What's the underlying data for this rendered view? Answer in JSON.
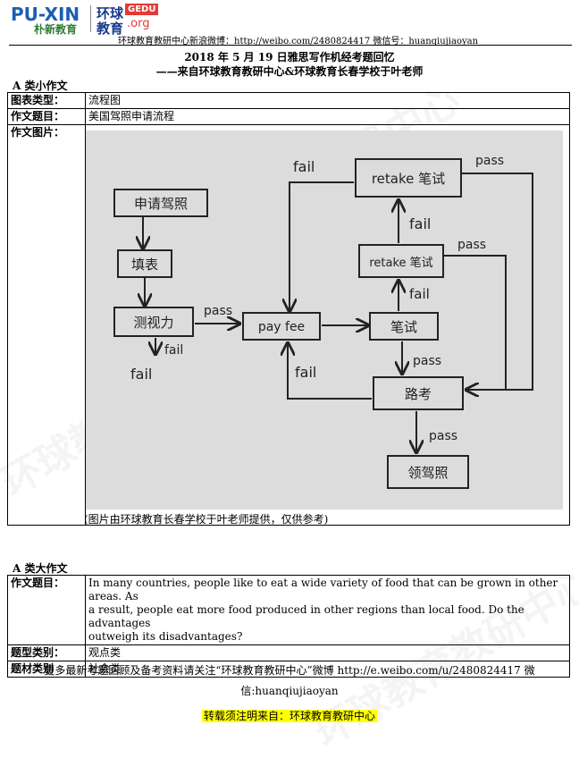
{
  "header": {
    "logo_puxin": "PU-XIN",
    "logo_puxin_sub": "朴新教育",
    "logo_huanqiu": "环球",
    "logo_jiaoyu": "教育",
    "logo_gedu": "GEDU",
    "logo_org": ".org",
    "weibo_line": "环球教育教研中心新浪微博：http://weibo.com/2480824417  微信号：huanqiujiaoyan"
  },
  "title": {
    "line1": "2018 年 5 月 19 日雅思写作机经考题回忆",
    "line2": "——来自环球教育教研中心&环球教育长春学校于叶老师"
  },
  "small_essay": {
    "heading": "A 类小作文",
    "rows": [
      {
        "label": "图表类型：",
        "value": "流程图"
      },
      {
        "label": "作文题目：",
        "value": "美国驾照申请流程"
      }
    ],
    "image_label": "作文图片：",
    "caption": "(图片由环球教育长春学校于叶老师提供，仅供参考)",
    "flowchart": {
      "nodes": {
        "apply": "申请驾照",
        "fill_form": "填表",
        "vision_test": "测视力",
        "pay_fee": "pay fee",
        "written_test": "笔试",
        "retake1": "retake 笔试",
        "retake2": "retake 笔试",
        "road_test": "路考",
        "get_license": "领驾照"
      },
      "labels": {
        "pass": "pass",
        "fail": "fail"
      }
    }
  },
  "large_essay": {
    "heading": "A 类大作文",
    "topic_label": "作文题目：",
    "topic_lines": [
      "In many countries, people like to eat a wide variety of food that can be grown in other areas. As",
      "a result, people eat more food produced in other regions than local food. Do the advantages",
      "outweigh its disadvantages?"
    ],
    "rows": [
      {
        "label": "题型类别：",
        "value": "观点类"
      },
      {
        "label": "题材类别",
        "value": "社会类"
      }
    ]
  },
  "footer": {
    "line1": "更多最新考题回顾及备考资料请关注“环球教育教研中心”微博 http://e.weibo.com/u/2480824417  微",
    "line2": "信:huanqiujiaoyan",
    "line3": "转载须注明来自：环球教育教研中心"
  },
  "watermark": {
    "text": "环球教育教研中心"
  }
}
